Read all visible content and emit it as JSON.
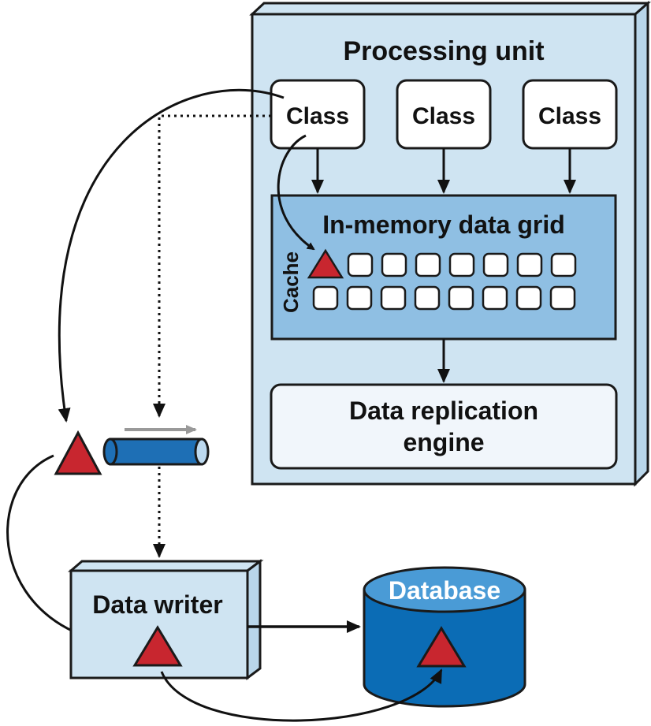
{
  "processing_unit": {
    "title": "Processing unit",
    "classes": [
      "Class",
      "Class",
      "Class"
    ]
  },
  "data_grid": {
    "title": "In-memory data grid",
    "cache_label": "Cache"
  },
  "replication": {
    "line1": "Data replication",
    "line2": "engine"
  },
  "data_writer": {
    "label": "Data writer"
  },
  "database": {
    "label": "Database"
  },
  "colors": {
    "panel_fill": "#cfe4f2",
    "panel_side": "#b9d6ea",
    "grid_fill": "#8fbfe3",
    "outline": "#1a1a1a",
    "triangle": "#c8262f",
    "db_body": "#0b6cb5",
    "db_top": "#4a9bd6",
    "queue_pipe": "#1e6fb5",
    "queue_arrow": "#999999"
  }
}
